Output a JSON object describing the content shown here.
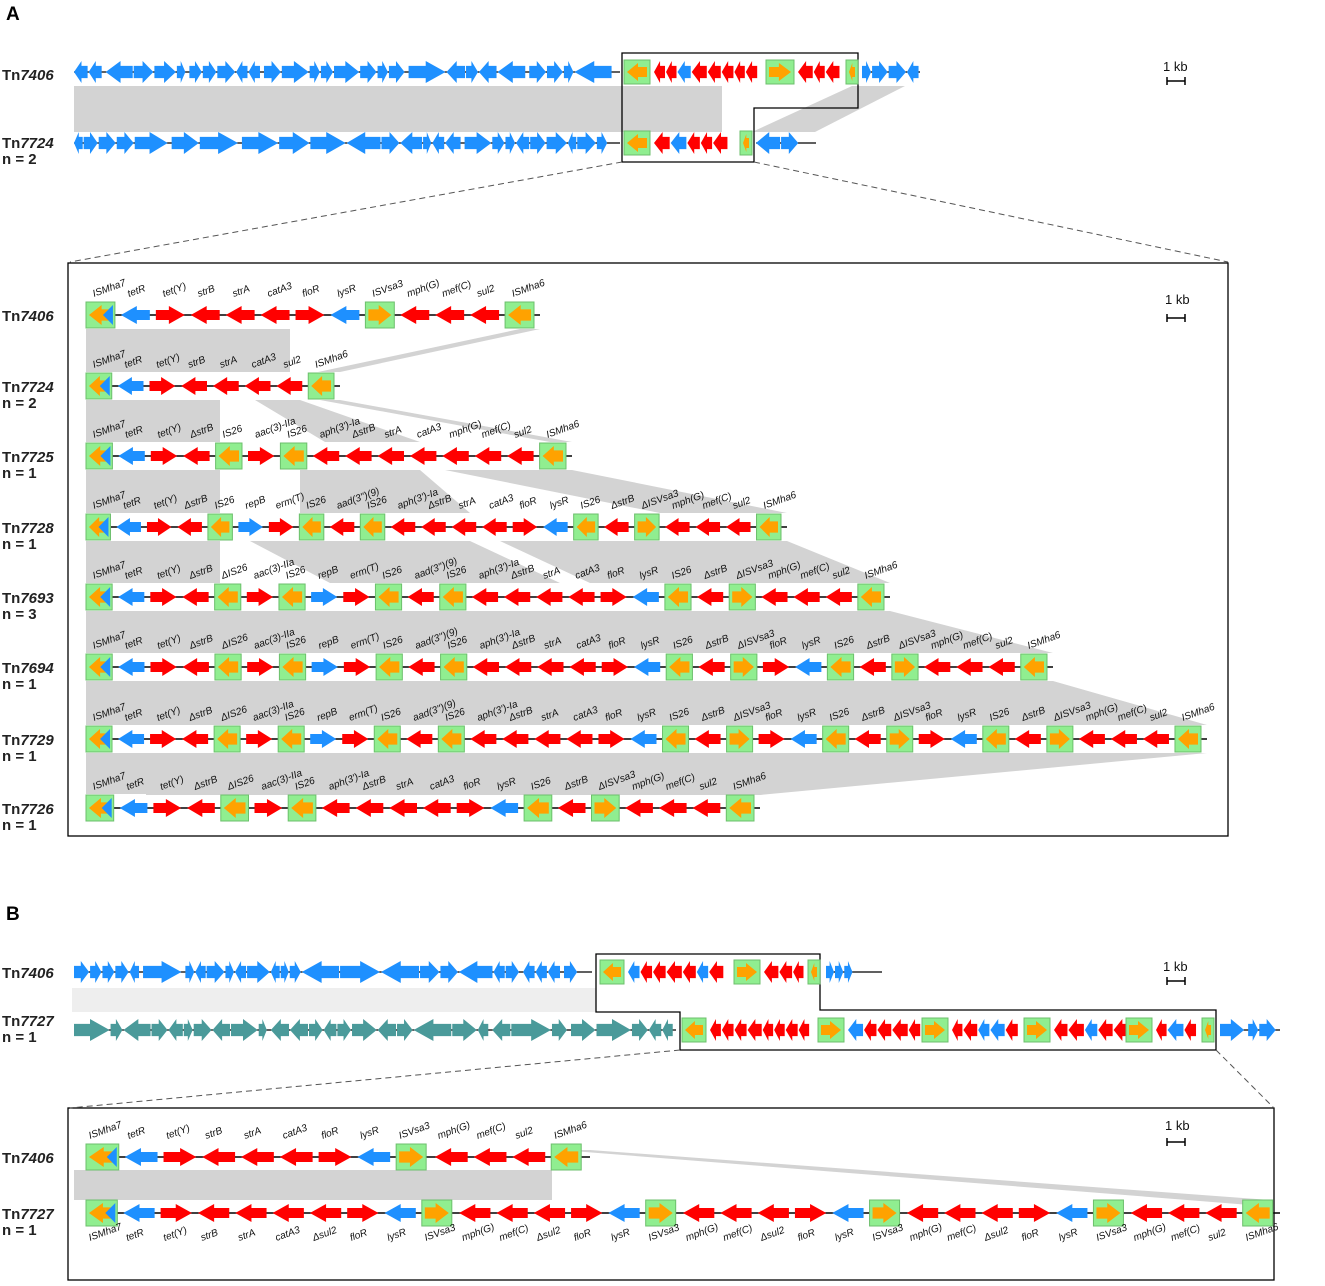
{
  "panels": [
    {
      "letter": "A",
      "overview": [
        {
          "name": "Tn",
          "num": "7406",
          "count": ""
        },
        {
          "name": "Tn",
          "num": "7724",
          "count": "n = 2"
        }
      ],
      "scale": "1 kb",
      "detail_scale": "1 kb",
      "detail": [
        {
          "name": "Tn",
          "num": "7406",
          "count": "",
          "labels": [
            "ISMha7",
            "tetR",
            "tet(Y)",
            "strB",
            "strA",
            "catA3",
            "floR",
            "lysR",
            "ISVsa3",
            "mph(G)",
            "mef(C)",
            "sul2",
            "ISMha6"
          ]
        },
        {
          "name": "Tn",
          "num": "7724",
          "count": "n = 2",
          "labels": [
            "ISMha7",
            "tetR",
            "tet(Y)",
            "strB",
            "strA",
            "catA3",
            "sul2",
            "ISMha6"
          ]
        },
        {
          "name": "Tn",
          "num": "7725",
          "count": "n = 1",
          "labels": [
            "ISMha7",
            "tetR",
            "tet(Y)",
            "ΔstrB",
            "IS26",
            "aac(3)-IIa",
            "IS26",
            "aph(3')-Ia",
            "ΔstrB",
            "strA",
            "catA3",
            "mph(G)",
            "mef(C)",
            "sul2",
            "ISMha6"
          ]
        },
        {
          "name": "Tn",
          "num": "7728",
          "count": "n = 1",
          "labels": [
            "ISMha7",
            "tetR",
            "tet(Y)",
            "ΔstrB",
            "IS26",
            "repB",
            "erm(T)",
            "IS26",
            "aad(3'')(9)",
            "IS26",
            "aph(3')-Ia",
            "ΔstrB",
            "strA",
            "catA3",
            "floR",
            "lysR",
            "IS26",
            "ΔstrB",
            "ΔISVsa3",
            "mph(G)",
            "mef(C)",
            "sul2",
            "ISMha6"
          ]
        },
        {
          "name": "Tn",
          "num": "7693",
          "count": "n = 3",
          "labels": [
            "ISMha7",
            "tetR",
            "tet(Y)",
            "ΔstrB",
            "ΔIS26",
            "aac(3)-IIa",
            "IS26",
            "repB",
            "erm(T)",
            "IS26",
            "aad(3'')(9)",
            "IS26",
            "aph(3')-Ia",
            "ΔstrB",
            "strA",
            "catA3",
            "floR",
            "lysR",
            "IS26",
            "ΔstrB",
            "ΔISVsa3",
            "mph(G)",
            "mef(C)",
            "sul2",
            "ISMha6"
          ]
        },
        {
          "name": "Tn",
          "num": "7694",
          "count": "n = 1",
          "labels": [
            "ISMha7",
            "tetR",
            "tet(Y)",
            "ΔstrB",
            "ΔIS26",
            "aac(3)-IIa",
            "IS26",
            "repB",
            "erm(T)",
            "IS26",
            "aad(3'')(9)",
            "IS26",
            "aph(3')-Ia",
            "ΔstrB",
            "strA",
            "catA3",
            "floR",
            "lysR",
            "IS26",
            "ΔstrB",
            "ΔISVsa3",
            "floR",
            "lysR",
            "IS26",
            "ΔstrB",
            "ΔISVsa3",
            "mph(G)",
            "mef(C)",
            "sul2",
            "ISMha6"
          ]
        },
        {
          "name": "Tn",
          "num": "7729",
          "count": "n = 1",
          "labels": [
            "ISMha7",
            "tetR",
            "tet(Y)",
            "ΔstrB",
            "ΔIS26",
            "aac(3)-IIa",
            "IS26",
            "repB",
            "erm(T)",
            "IS26",
            "aad(3'')(9)",
            "IS26",
            "aph(3')-Ia",
            "ΔstrB",
            "strA",
            "catA3",
            "floR",
            "lysR",
            "IS26",
            "ΔstrB",
            "ΔISVsa3",
            "floR",
            "lysR",
            "IS26",
            "ΔstrB",
            "ΔISVsa3",
            "floR",
            "lysR",
            "IS26",
            "ΔstrB",
            "ΔISVsa3",
            "mph(G)",
            "mef(C)",
            "sul2",
            "ISMha6"
          ]
        },
        {
          "name": "Tn",
          "num": "7726",
          "count": "n = 1",
          "labels": [
            "ISMha7",
            "tetR",
            "tet(Y)",
            "ΔstrB",
            "ΔIS26",
            "aac(3)-IIa",
            "IS26",
            "aph(3')-Ia",
            "ΔstrB",
            "strA",
            "catA3",
            "floR",
            "lysR",
            "IS26",
            "ΔstrB",
            "ΔISVsa3",
            "mph(G)",
            "mef(C)",
            "sul2",
            "ISMha6"
          ]
        }
      ]
    },
    {
      "letter": "B",
      "overview": [
        {
          "name": "Tn",
          "num": "7406",
          "count": ""
        },
        {
          "name": "Tn",
          "num": "7727",
          "count": "n = 1"
        }
      ],
      "scale": "1 kb",
      "detail_scale": "1 kb",
      "detail": [
        {
          "name": "Tn",
          "num": "7406",
          "count": "",
          "labels": [
            "ISMha7",
            "tetR",
            "tet(Y)",
            "strB",
            "strA",
            "catA3",
            "floR",
            "lysR",
            "ISVsa3",
            "mph(G)",
            "mef(C)",
            "sul2",
            "ISMha6"
          ]
        },
        {
          "name": "Tn",
          "num": "7727",
          "count": "n = 1",
          "labels": [
            "ISMha7",
            "tetR",
            "tet(Y)",
            "strB",
            "strA",
            "catA3",
            "Δsul2",
            "floR",
            "lysR",
            "ISVsa3",
            "mph(G)",
            "mef(C)",
            "Δsul2",
            "floR",
            "lysR",
            "ISVsa3",
            "mph(G)",
            "mef(C)",
            "Δsul2",
            "floR",
            "lysR",
            "ISVsa3",
            "mph(G)",
            "mef(C)",
            "Δsul2",
            "floR",
            "lysR",
            "ISVsa3",
            "mph(G)",
            "mef(C)",
            "sul2",
            "ISMha6"
          ]
        }
      ]
    }
  ],
  "colors": {
    "blue": "#1e90ff",
    "red": "#ff0000",
    "orange": "#ffa200",
    "green_box": "#90ee90",
    "teal": "#4a9a9a",
    "gray_band": "#d3d3d3",
    "line": "#000000"
  }
}
